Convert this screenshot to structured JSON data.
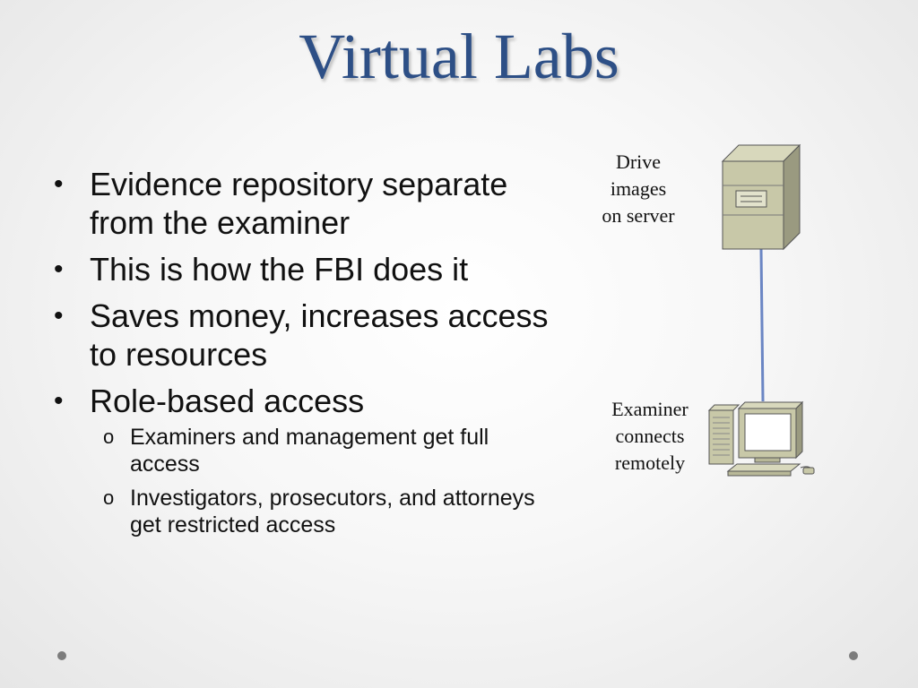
{
  "slide": {
    "title": "Virtual Labs",
    "bullets": [
      {
        "text": "Evidence repository separate from the examiner"
      },
      {
        "text": "This is how the FBI does it"
      },
      {
        "text": "Saves money, increases access to resources"
      },
      {
        "text": "Role-based access"
      }
    ],
    "subbullets": [
      {
        "text": "Examiners and management get full access"
      },
      {
        "text": "Investigators, prosecutors, and attorneys get restricted access"
      }
    ],
    "bullet_glyph": "•",
    "subbullet_glyph": "o"
  },
  "diagram": {
    "server_caption": [
      "Drive",
      "images",
      "on server"
    ],
    "examiner_caption": [
      "Examiner",
      "connects",
      "remotely"
    ],
    "server_icon": "server-tower-icon",
    "workstation_icon": "desktop-computer-icon",
    "connection_color": "#6b86c4"
  },
  "colors": {
    "title": "#2d4f86",
    "body_text": "#111111",
    "server_face": "#c8c8a8",
    "server_side": "#9a9a80"
  }
}
